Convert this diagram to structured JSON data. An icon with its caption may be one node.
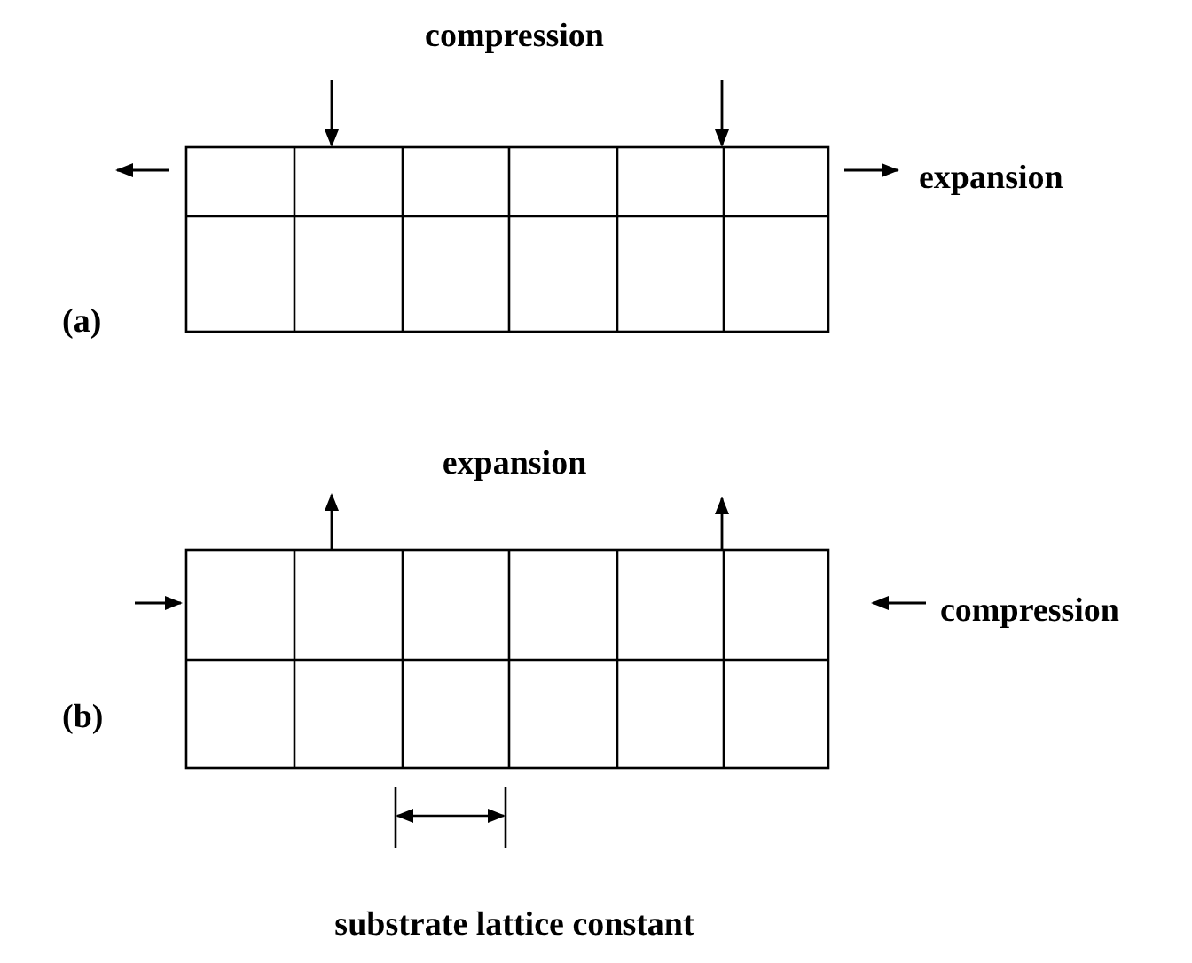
{
  "diagram": {
    "labels": [
      "compression",
      "expansion",
      "(a)",
      "expansion",
      "compression",
      "(b)",
      "substrate lattice constant"
    ]
  }
}
